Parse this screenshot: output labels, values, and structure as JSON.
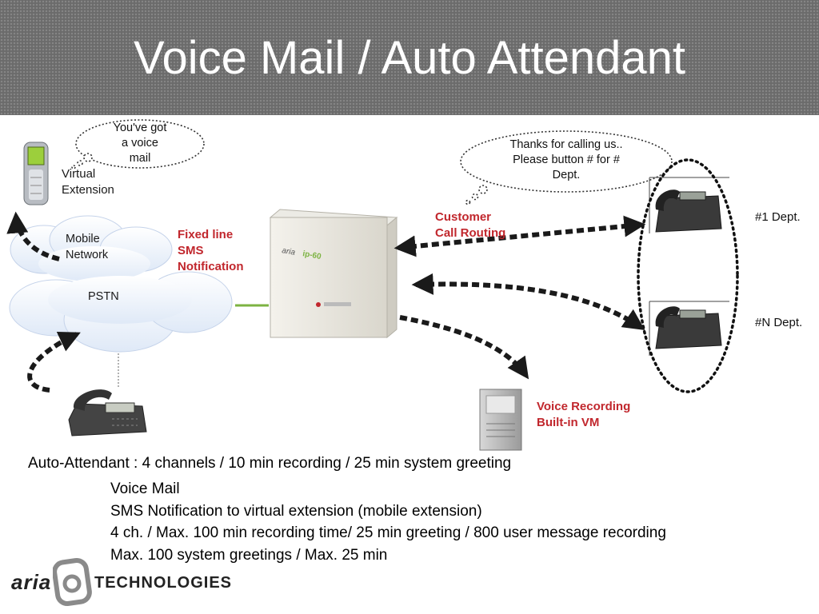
{
  "slide": {
    "title": "Voice Mail / Auto Attendant"
  },
  "bubbles": {
    "left": [
      "You've got",
      "a voice",
      "mail"
    ],
    "right": [
      "Thanks for calling us..",
      "Please button # for #",
      "Dept."
    ]
  },
  "labels": {
    "virtual_extension": [
      "Virtual",
      "Extension"
    ],
    "mobile_network": [
      "Mobile",
      "Network"
    ],
    "pstn": "PSTN",
    "fixed_line_sms": [
      "Fixed line",
      "SMS",
      "Notification"
    ],
    "customer_call_routing": [
      "Customer",
      "Call Routing"
    ],
    "dept_1": "#1 Dept.",
    "dept_n": "#N Dept.",
    "voice_recording": [
      "Voice Recording",
      "Built-in VM"
    ],
    "pbx_brand": "aria ip-60"
  },
  "notes": {
    "auto_attendant": "Auto-Attendant : 4 channels / 10 min recording / 25 min system greeting",
    "voice_mail": "Voice Mail",
    "sms": "SMS Notification to virtual extension (mobile extension)",
    "capacity": "4 ch. / Max. 100 min recording time/ 25 min greeting / 800 user message recording",
    "greetings": "Max. 100 system greetings / Max. 25 min"
  },
  "logo": {
    "left": "aria",
    "right": "TECHNOLOGIES"
  },
  "colors": {
    "accent_red": "#c1272d",
    "header_bg": "#6b6b6b",
    "arrow": "#1a1a1a"
  }
}
